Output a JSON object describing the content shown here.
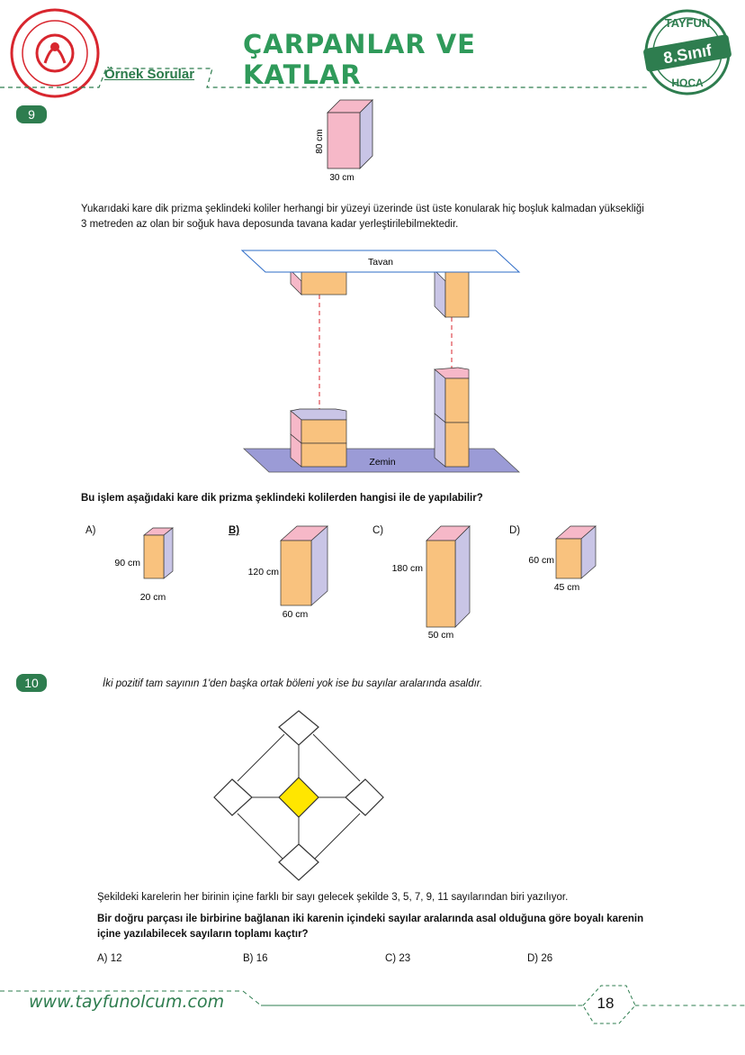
{
  "header": {
    "title": "ÇARPANLAR VE KATLAR",
    "subtitle": "Örnek Sorular",
    "badge": {
      "top": "TAYFUN",
      "center": "8.Sınıf",
      "bottom": "HOCA"
    }
  },
  "q9": {
    "number": "9",
    "box_labels": {
      "height": "80 cm",
      "width": "30 cm"
    },
    "text_line1": "Yukarıdaki kare dik prizma şeklindeki koliler herhangi bir yüzeyi üzerinde üst üste konularak hiç boşluk kalmadan yüksekliği",
    "text_line2": "3 metreden az olan bir soğuk hava deposunda tavana kadar yerleştirilebilmektedir.",
    "ceiling_label": "Tavan",
    "floor_label": "Zemin",
    "question": "Bu işlem aşağıdaki kare dik prizma şeklindeki kolilerden hangisi ile de yapılabilir?",
    "options": [
      {
        "letter": "A)",
        "height": "90 cm",
        "width": "20 cm"
      },
      {
        "letter": "B)",
        "height": "120 cm",
        "width": "60 cm"
      },
      {
        "letter": "C)",
        "height": "180 cm",
        "width": "50 cm"
      },
      {
        "letter": "D)",
        "height": "60 cm",
        "width": "45 cm"
      }
    ]
  },
  "q10": {
    "number": "10",
    "intro": "İki pozitif tam sayının 1'den başka ortak böleni yok ise bu sayılar aralarında asaldır.",
    "text": "Şekildeki karelerin her birinin içine farklı bir sayı gelecek şekilde 3, 5, 7, 9, 11 sayılarından biri yazılıyor.",
    "question_line1": "Bir doğru parçası ile birbirine bağlanan iki karenin içindeki sayılar aralarında asal olduğuna göre boyalı karenin",
    "question_line2": "içine yazılabilecek sayıların toplamı kaçtır?",
    "options": [
      "A) 12",
      "B) 16",
      "C) 23",
      "D) 26"
    ]
  },
  "footer": {
    "website": "www.tayfunolcum.com",
    "page": "18"
  },
  "colors": {
    "green": "#2e7d4f",
    "box_front": "#f9c27e",
    "box_side": "#c9c5e6",
    "box_top": "#f6b8c8",
    "floor": "#9b9bd6",
    "highlight": "#ffe600"
  }
}
